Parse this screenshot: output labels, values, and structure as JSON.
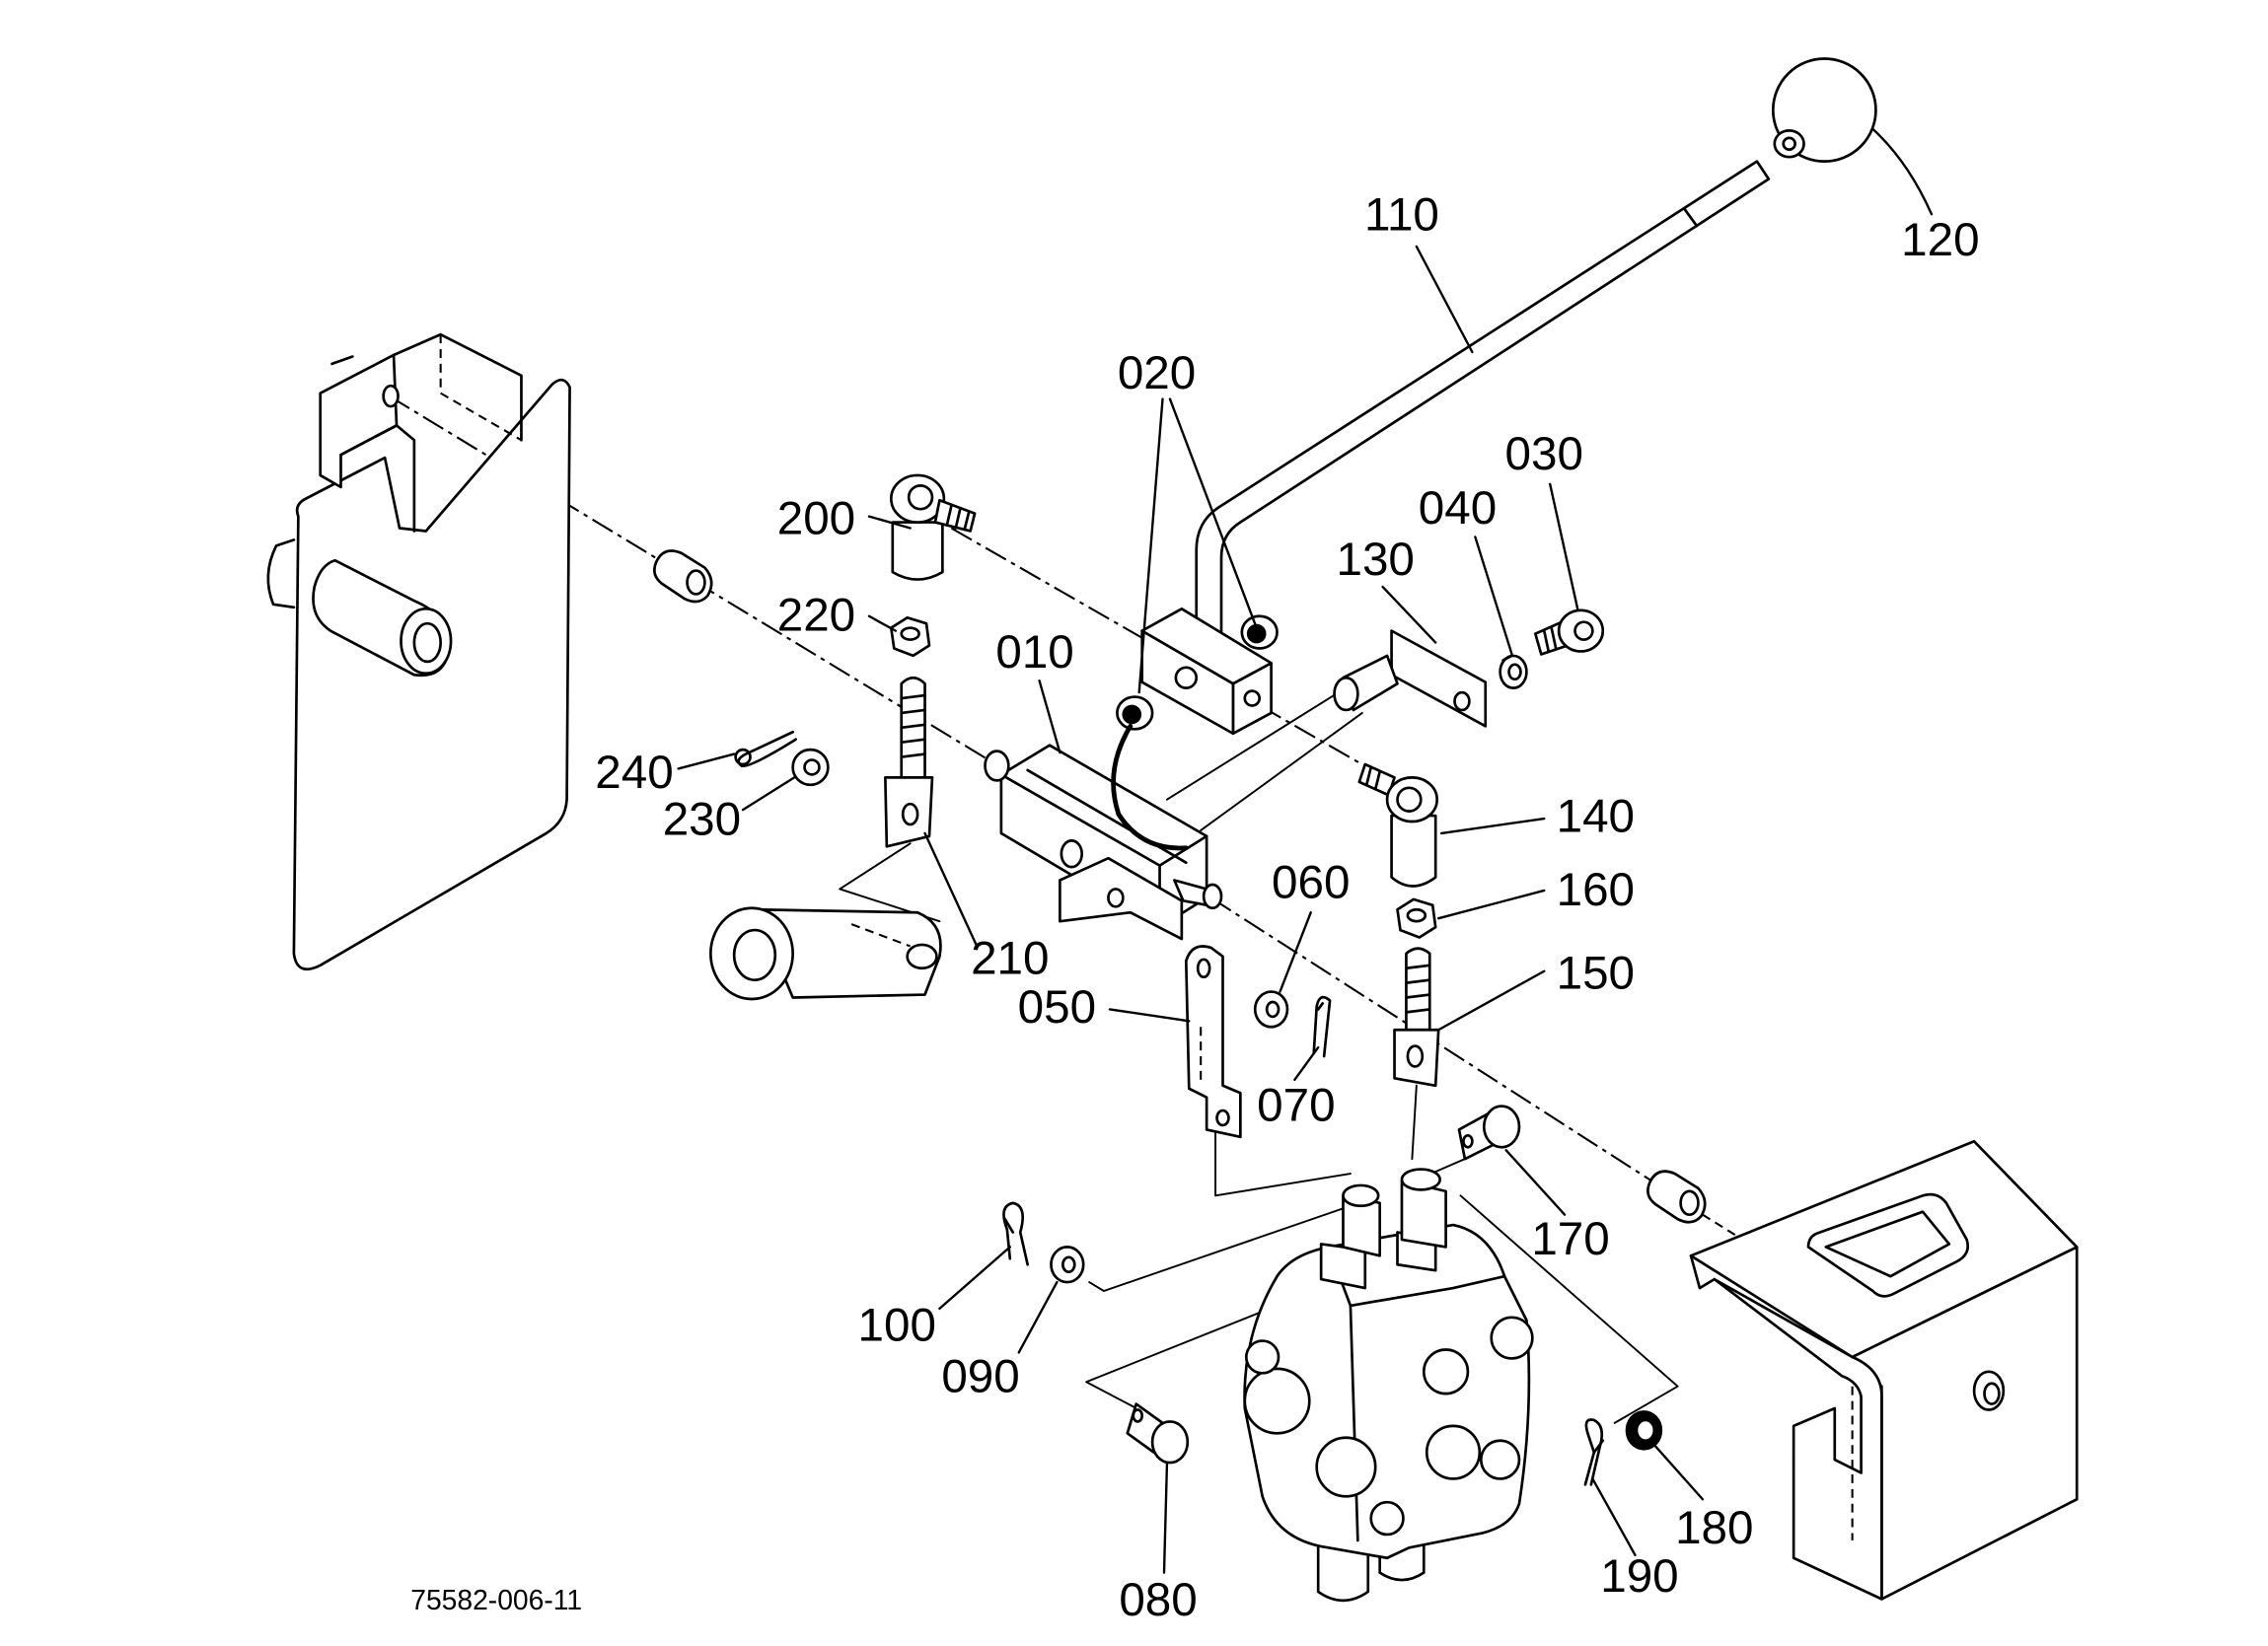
{
  "figure_code": "75582-006-11",
  "callouts": {
    "p010": "010",
    "p020": "020",
    "p030": "030",
    "p040": "040",
    "p050": "050",
    "p060": "060",
    "p070": "070",
    "p080": "080",
    "p090": "090",
    "p100": "100",
    "p110": "110",
    "p120": "120",
    "p130": "130",
    "p140": "140",
    "p150": "150",
    "p160": "160",
    "p170": "170",
    "p180": "180",
    "p190": "190",
    "p200": "200",
    "p210": "210",
    "p220": "220",
    "p230": "230",
    "p240": "240"
  },
  "colors": {
    "line": "#000000",
    "background": "#ffffff"
  }
}
